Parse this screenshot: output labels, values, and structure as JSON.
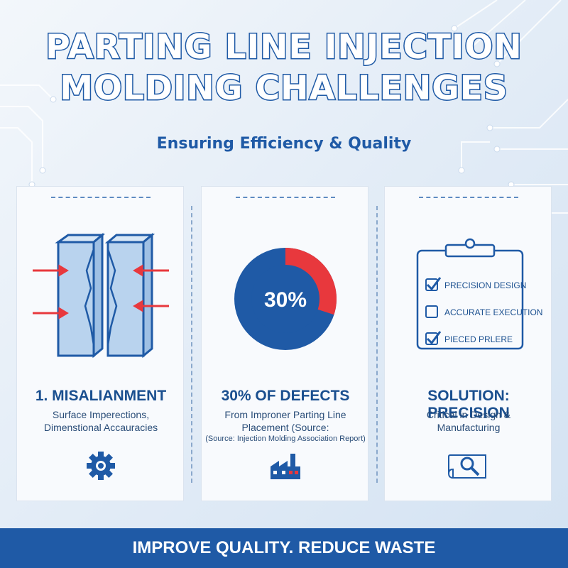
{
  "title": {
    "line1": "PARTING LINE INJECTION",
    "line2": "MOLDING CHALLENGES"
  },
  "subtitle": "Ensuring Efficiency & Quality",
  "colors": {
    "primary": "#1f5aa6",
    "accent_red": "#e8383d",
    "panel_bg": "#f8fafd"
  },
  "panels": [
    {
      "heading": "1. MISALIANMENT",
      "lines": [
        "Surface Imperections,",
        "Dimenstional Accauracies"
      ],
      "graphic": "mold-split-icon",
      "bottom_icon": "gear-icon"
    },
    {
      "heading": "30% OF DEFECTS",
      "lines": [
        "From Improner Parting Line",
        "Placement (Source:"
      ],
      "source": "(Source: Injection Molding Association Report)",
      "graphic": "donut-chart",
      "donut_label": "30%",
      "donut_value": 30,
      "bottom_icon": "factory-icon"
    },
    {
      "heading": "SOLUTION: PRECISION",
      "lines": [
        "Critical in Design &",
        "Manufacturing"
      ],
      "graphic": "clipboard-icon",
      "checklist": [
        {
          "label": "PRECISION DESIGN",
          "checked": true
        },
        {
          "label": "ACCURATE EXECUTION",
          "checked": false
        },
        {
          "label": "PIECED PRLERE",
          "checked": true
        }
      ],
      "bottom_icon": "blueprint-search-icon"
    }
  ],
  "footer": "IMPROVE QUALITY. REDUCE WASTE"
}
